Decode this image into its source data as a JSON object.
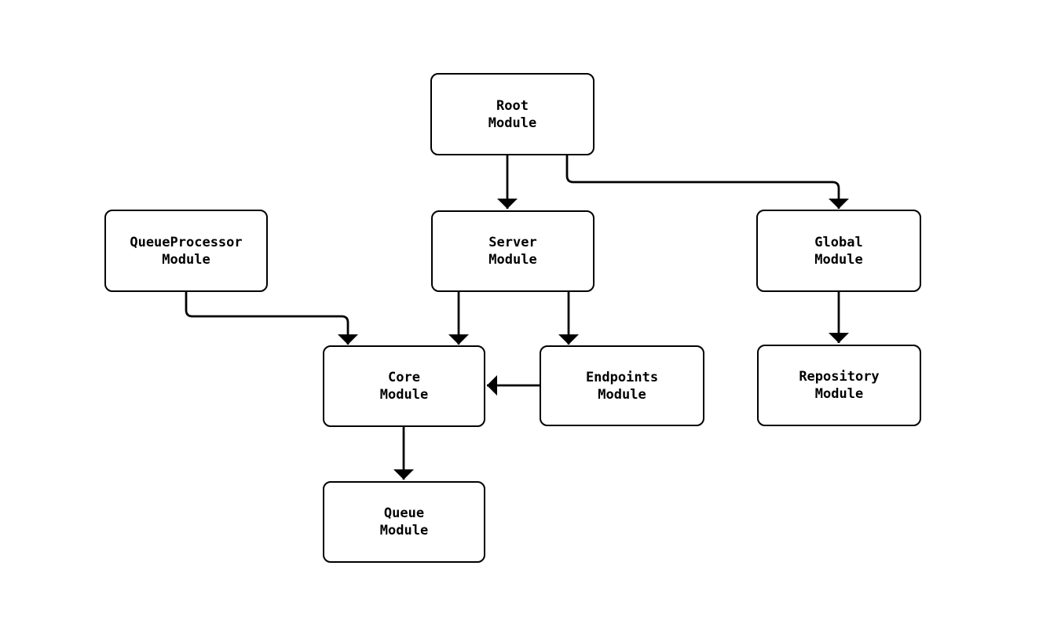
{
  "diagram": {
    "type": "flowchart",
    "direction": "top-down",
    "colors": {
      "background": "#ffffff",
      "node_fill": "#ffffff",
      "node_border": "#000000",
      "edge": "#000000",
      "text": "#000000"
    },
    "nodes": [
      {
        "id": "root",
        "label": "Root Module",
        "line1": "Root",
        "line2": "Module"
      },
      {
        "id": "queueprocessor",
        "label": "QueueProcessor Module",
        "line1": "QueueProcessor",
        "line2": "Module"
      },
      {
        "id": "server",
        "label": "Server Module",
        "line1": "Server",
        "line2": "Module"
      },
      {
        "id": "global",
        "label": "Global Module",
        "line1": "Global",
        "line2": "Module"
      },
      {
        "id": "core",
        "label": "Core Module",
        "line1": "Core",
        "line2": "Module"
      },
      {
        "id": "endpoints",
        "label": "Endpoints Module",
        "line1": "Endpoints",
        "line2": "Module"
      },
      {
        "id": "repository",
        "label": "Repository Module",
        "line1": "Repository",
        "line2": "Module"
      },
      {
        "id": "queue",
        "label": "Queue Module",
        "line1": "Queue",
        "line2": "Module"
      }
    ],
    "edges": [
      {
        "from": "root",
        "to": "server"
      },
      {
        "from": "root",
        "to": "global"
      },
      {
        "from": "queueprocessor",
        "to": "core"
      },
      {
        "from": "server",
        "to": "core"
      },
      {
        "from": "server",
        "to": "endpoints"
      },
      {
        "from": "endpoints",
        "to": "core"
      },
      {
        "from": "core",
        "to": "queue"
      },
      {
        "from": "global",
        "to": "repository"
      }
    ]
  }
}
